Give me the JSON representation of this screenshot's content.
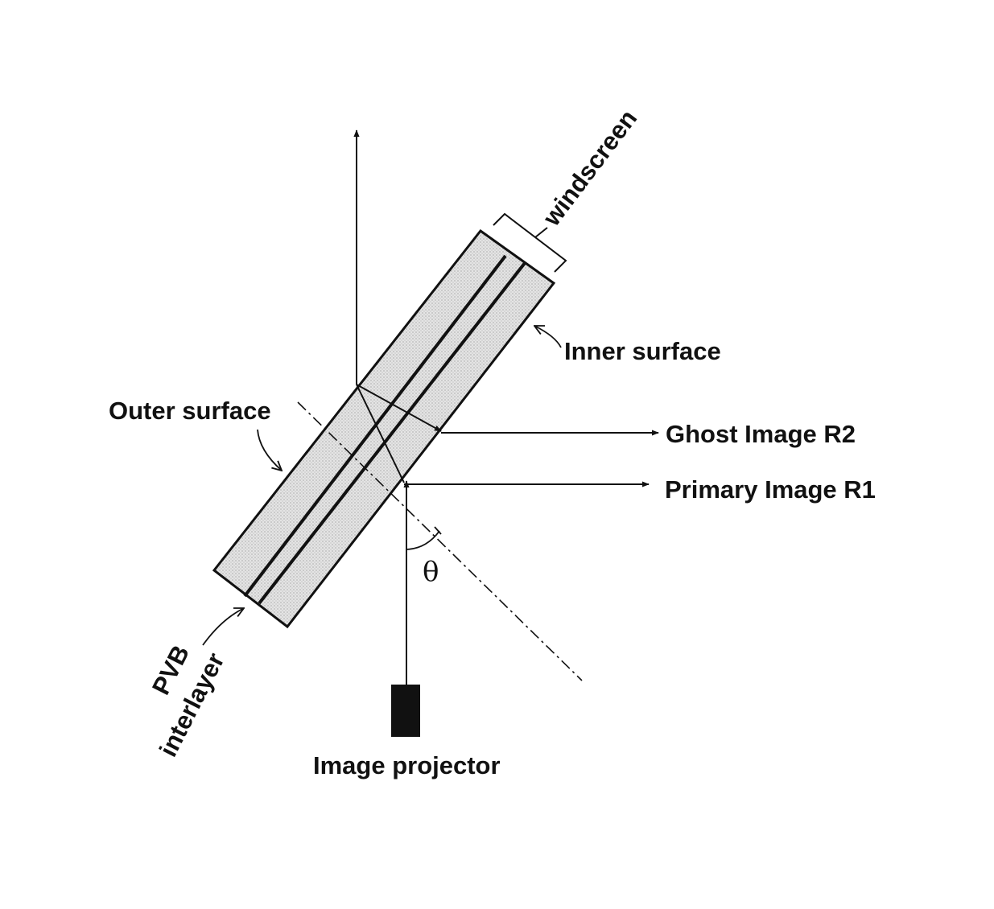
{
  "labels": {
    "windscreen": "windscreen",
    "inner_surface": "Inner surface",
    "outer_surface": "Outer surface",
    "ghost_image": "Ghost Image R2",
    "primary_image": "Primary Image R1",
    "angle": "θ",
    "pvb_line1": "PVB",
    "pvb_line2": "interlayer",
    "projector": "Image projector"
  },
  "colors": {
    "ink": "#111111",
    "glass_fill": "#dcdcdc",
    "projector_body": "#111111"
  },
  "icons": {
    "projector": "projector-block-icon"
  }
}
